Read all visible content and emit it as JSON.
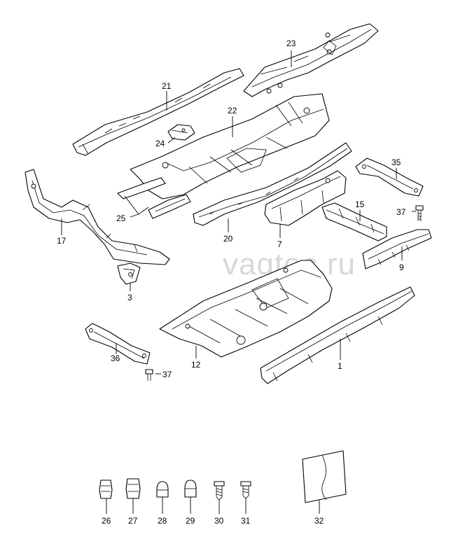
{
  "watermark": "vagtec.ru",
  "callouts": {
    "p1": "1",
    "p3": "3",
    "p7": "7",
    "p9": "9",
    "p12": "12",
    "p15": "15",
    "p17": "17",
    "p20": "20",
    "p21": "21",
    "p22": "22",
    "p23": "23",
    "p24": "24",
    "p25": "25",
    "p26": "26",
    "p27": "27",
    "p28": "28",
    "p29": "29",
    "p30": "30",
    "p31": "31",
    "p32": "32",
    "p35": "35",
    "p36": "36",
    "p37a": "37",
    "p37b": "37"
  }
}
